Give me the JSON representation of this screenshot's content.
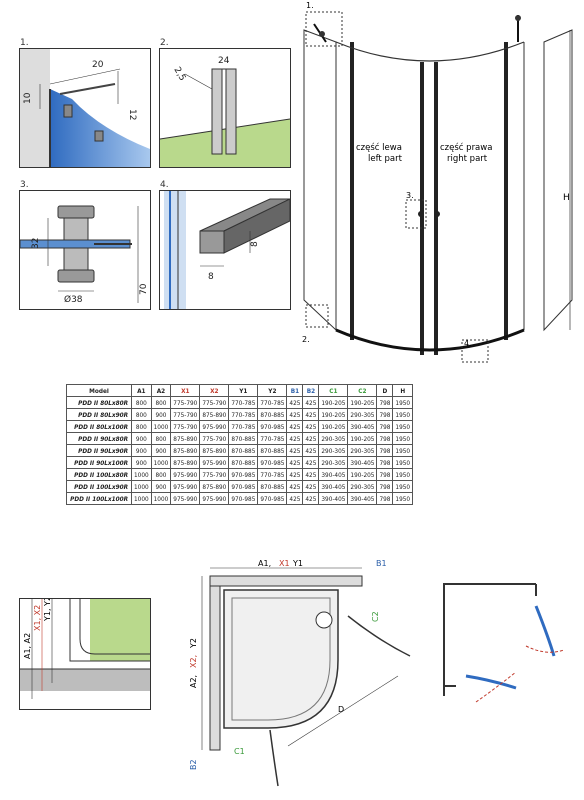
{
  "details": {
    "d1": {
      "num": "1.",
      "dims": [
        "20",
        "10",
        "12"
      ]
    },
    "d2": {
      "num": "2.",
      "dims": [
        "2,5",
        "24"
      ]
    },
    "d3": {
      "num": "3.",
      "dims": [
        "32",
        "Ø38",
        "70"
      ]
    },
    "d4": {
      "num": "4.",
      "dims": [
        "8",
        "8"
      ]
    }
  },
  "front_view": {
    "left_label": [
      "część lewa",
      "left part"
    ],
    "right_label": [
      "część prawa",
      "right part"
    ],
    "height_label": "H",
    "markers": [
      "1.",
      "2.",
      "3.",
      "4."
    ]
  },
  "table": {
    "headers": [
      "Model",
      "A1",
      "A2",
      "X1",
      "X2",
      "Y1",
      "Y2",
      "B1",
      "B2",
      "C1",
      "C2",
      "D",
      "H"
    ],
    "header_colors": [
      "#222222",
      "#222222",
      "#222222",
      "#c0392b",
      "#c0392b",
      "#222222",
      "#222222",
      "#2a5ea8",
      "#2a5ea8",
      "#3a9a3a",
      "#3a9a3a",
      "#222222",
      "#222222"
    ],
    "rows": [
      [
        "PDD II 80Lx80R",
        "800",
        "800",
        "775-790",
        "775-790",
        "770-785",
        "770-785",
        "425",
        "425",
        "190-205",
        "190-205",
        "798",
        "1950"
      ],
      [
        "PDD II 80Lx90R",
        "800",
        "900",
        "775-790",
        "875-890",
        "770-785",
        "870-885",
        "425",
        "425",
        "190-205",
        "290-305",
        "798",
        "1950"
      ],
      [
        "PDD II 80Lx100R",
        "800",
        "1000",
        "775-790",
        "975-990",
        "770-785",
        "970-985",
        "425",
        "425",
        "190-205",
        "390-405",
        "798",
        "1950"
      ],
      [
        "PDD II 90Lx80R",
        "900",
        "800",
        "875-890",
        "775-790",
        "870-885",
        "770-785",
        "425",
        "425",
        "290-305",
        "190-205",
        "798",
        "1950"
      ],
      [
        "PDD II 90Lx90R",
        "900",
        "900",
        "875-890",
        "875-890",
        "870-885",
        "870-885",
        "425",
        "425",
        "290-305",
        "290-305",
        "798",
        "1950"
      ],
      [
        "PDD II 90Lx100R",
        "900",
        "1000",
        "875-890",
        "975-990",
        "870-885",
        "970-985",
        "425",
        "425",
        "290-305",
        "390-405",
        "798",
        "1950"
      ],
      [
        "PDD II 100Lx80R",
        "1000",
        "800",
        "975-990",
        "775-790",
        "970-985",
        "770-785",
        "425",
        "425",
        "390-405",
        "190-205",
        "798",
        "1950"
      ],
      [
        "PDD II 100Lx90R",
        "1000",
        "900",
        "975-990",
        "875-890",
        "970-985",
        "870-885",
        "425",
        "425",
        "390-405",
        "290-305",
        "798",
        "1950"
      ],
      [
        "PDD II 100Lx100R",
        "1000",
        "1000",
        "975-990",
        "975-990",
        "970-985",
        "970-985",
        "425",
        "425",
        "390-405",
        "390-405",
        "798",
        "1950"
      ]
    ]
  },
  "plan": {
    "top": {
      "a1": "A1,",
      "x1": "X1",
      "y1": "Y1",
      "b1": "B1"
    },
    "side": {
      "a2": "A2,",
      "x2": "X2,",
      "y2": "Y2",
      "b2": "B2"
    },
    "c1": "C1",
    "c2": "C2",
    "d": "D"
  },
  "section": {
    "a": "A1, A2",
    "x": "X1, X2",
    "y": "Y1, Y2"
  },
  "colors": {
    "red": "#c0392b",
    "blue": "#2a5ea8",
    "green": "#3a9a3a",
    "glass": "#5b8fd0",
    "tray": "#b9d98c"
  }
}
